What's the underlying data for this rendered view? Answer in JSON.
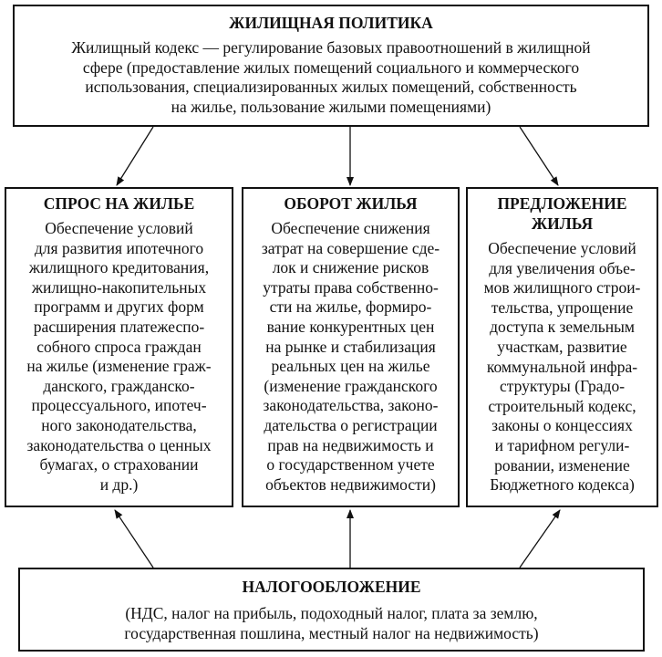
{
  "top": {
    "title": "ЖИЛИЩНАЯ ПОЛИТИКА",
    "lines": [
      "Жилищный кодекс — регулирование базовых правоотношений в жилищной",
      "сфере (предоставление жилых помещений социального и коммерческого",
      "использования, специализированных жилых помещений, собственность",
      "на жилье, пользование жилыми помещениями)"
    ]
  },
  "columns": [
    {
      "title": [
        "СПРОС НА ЖИЛЬЕ"
      ],
      "lines": [
        "Обеспечение условий",
        "для развития ипотечного",
        "жилищного кредитования,",
        "жилищно-накопительных",
        "программ и других форм",
        "расширения платежеспо-",
        "собного спроса граждан",
        "на жилье (изменение граж-",
        "данского, гражданско-",
        "процессуального, ипотеч-",
        "ного законодательства,",
        "законодательства о ценных",
        "бумагах, о страховании",
        "и др.)"
      ]
    },
    {
      "title": [
        "ОБОРОТ ЖИЛЬЯ"
      ],
      "lines": [
        "Обеспечение снижения",
        "затрат на совершение сде-",
        "лок и снижение рисков",
        "утраты права собственно-",
        "сти на жилье, формиро-",
        "вание конкурентных цен",
        "на рынке и стабилизация",
        "реальных цен на жилье",
        "(изменение гражданского",
        "законодательства, законо-",
        "дательства о регистрации",
        "прав на недвижимость и",
        "о государственном учете",
        "объектов недвижимости)"
      ]
    },
    {
      "title": [
        "ПРЕДЛОЖЕНИЕ",
        "ЖИЛЬЯ"
      ],
      "lines": [
        "Обеспечение условий",
        "для увеличения объе-",
        "мов жилищного строи-",
        "тельства, упрощение",
        "доступа к земельным",
        "участкам, развитие",
        "коммунальной инфра-",
        "структуры (Градо-",
        "строительный кодекс,",
        "законы о концессиях",
        "и тарифном регули-",
        "ровании, изменение",
        "Бюджетного кодекса)"
      ]
    }
  ],
  "bottom": {
    "title": "НАЛОГООБЛОЖЕНИЕ",
    "lines": [
      "(НДС, налог на прибыль, подоходный налог, плата за землю,",
      "государственная пошлина, местный налог на недвижимость)"
    ]
  }
}
